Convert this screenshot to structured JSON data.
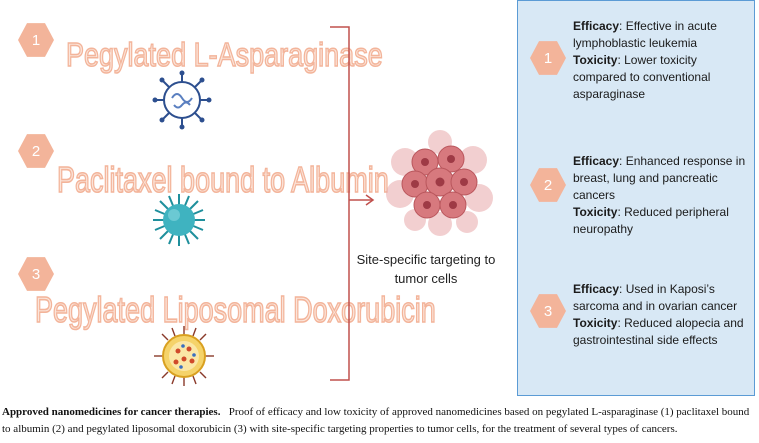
{
  "items": [
    {
      "num": "1",
      "name": "Pegylated L-Asparaginase",
      "efficacy_label": "Efficacy",
      "efficacy": ": Effective in acute lymphoblastic leukemia",
      "toxicity_label": "Toxicity",
      "toxicity": ": Lower toxicity compared to conventional asparaginase"
    },
    {
      "num": "2",
      "name": "Paclitaxel bound to Albumin",
      "efficacy_label": "Efficacy",
      "efficacy": ": Enhanced response in breast, lung and pancreatic cancers",
      "toxicity_label": "Toxicity",
      "toxicity": ": Reduced peripheral neuropathy"
    },
    {
      "num": "3",
      "name": "Pegylated Liposomal Doxorubicin",
      "efficacy_label": "Efficacy",
      "efficacy": ": Used in Kaposi’s sarcoma and in ovarian cancer",
      "toxicity_label": "Toxicity",
      "toxicity": ": Reduced alopecia and gastrointestinal side effects"
    }
  ],
  "target_label": "Site-specific targeting to tumor cells",
  "caption": {
    "title": "Approved nanomedicines for cancer therapies.",
    "text": "Proof of efficacy and low toxicity of approved nanomedicines based on pegylated L-asparaginase (1) paclitaxel bound to albumin (2) and pegylated liposomal doxorubicin (3) with site-specific targeting properties to tumor cells, for the treatment of several types of cancers."
  },
  "colors": {
    "accent": "#f3b49a",
    "bracket": "#c0504d",
    "panel_bg": "#d8e8f5",
    "panel_border": "#5b9bd5"
  }
}
